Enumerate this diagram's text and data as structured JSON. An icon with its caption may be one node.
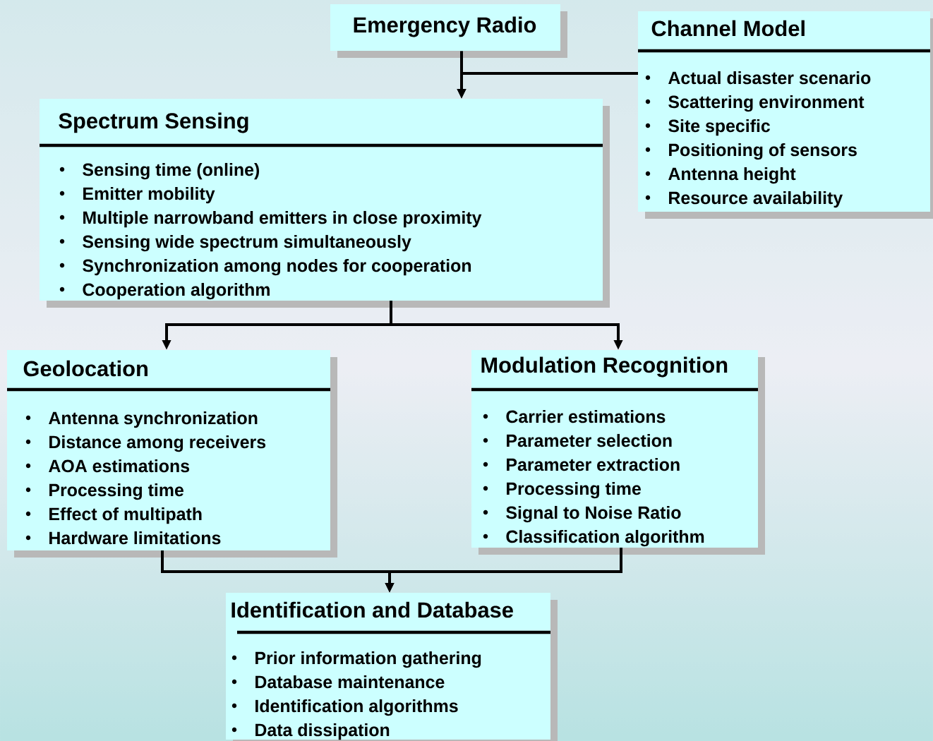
{
  "diagram": {
    "nodes": [
      {
        "text": [
          "Emergency Radio"
        ]
      },
      {
        "text": [
          "Channel Model",
          "Actual disaster scenario",
          "Scattering environment",
          "Site specific",
          "Positioning of sensors",
          "Antenna height",
          "Resource availability"
        ]
      },
      {
        "text": [
          "Spectrum Sensing",
          "Sensing time (online)",
          "Emitter mobility",
          "Multiple narrowband emitters in close proximity",
          "Sensing wide spectrum simultaneously",
          "Synchronization among nodes for cooperation",
          "Cooperation algorithm"
        ]
      },
      {
        "text": [
          "Geolocation",
          "Antenna synchronization",
          "Distance among receivers",
          "AOA estimations",
          "Processing time",
          "Effect of multipath",
          "Hardware limitations"
        ]
      },
      {
        "text": [
          "Modulation Recognition",
          "Carrier estimations",
          "Parameter selection",
          "Parameter extraction",
          "Processing time",
          "Signal to Noise Ratio",
          "Classification algorithm"
        ]
      },
      {
        "text": [
          "Identification and Database",
          "Prior information gathering",
          "Database maintenance",
          "Identification algorithms",
          "Data dissipation"
        ]
      }
    ],
    "edges": [
      {
        "from": 0,
        "to": 2,
        "arrow": "to"
      },
      {
        "from": 1,
        "to": 2,
        "arrow": "to"
      },
      {
        "from": 2,
        "to": 3,
        "arrow": "to"
      },
      {
        "from": 2,
        "to": 4,
        "arrow": "to"
      },
      {
        "from": 3,
        "to": 5,
        "arrow": "to"
      },
      {
        "from": 4,
        "to": 5,
        "arrow": "to"
      }
    ]
  }
}
